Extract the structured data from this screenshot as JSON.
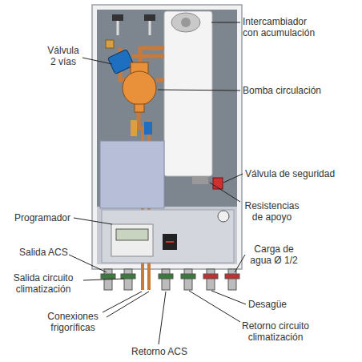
{
  "diagram": {
    "labels": [
      "Válvula 2 vías",
      "Intercambiador con acumulación",
      "Bomba circulación",
      "Válvula de seguridad",
      "Resistencias de apoyo",
      "Programador",
      "Carga de agua Ø 1/2",
      "Salida ACS",
      "Salida circuito climatización",
      "Desagüe",
      "Conexiones frigoríficas",
      "Retorno ACS",
      "Retorno circuito climatización"
    ]
  }
}
